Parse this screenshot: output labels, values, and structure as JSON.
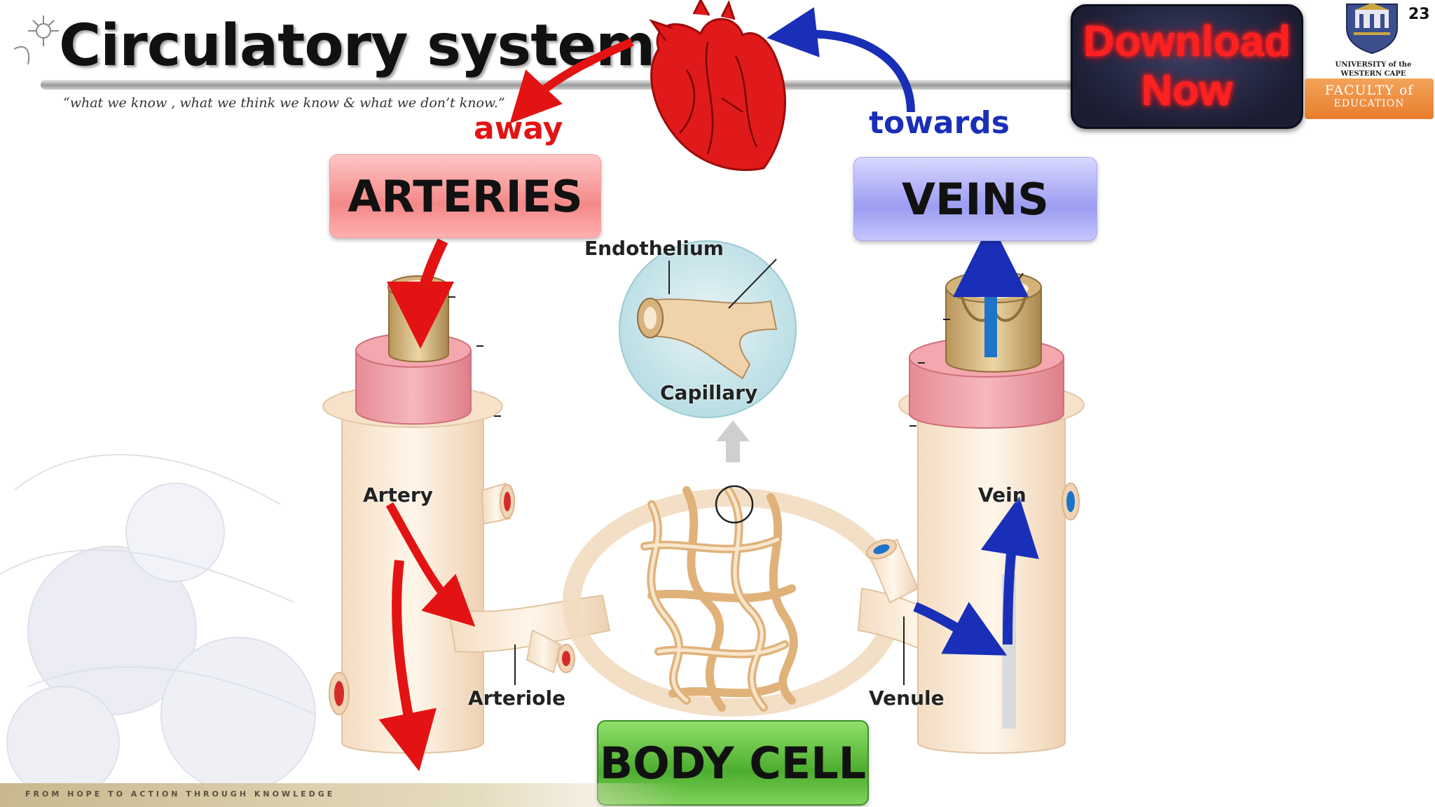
{
  "slide": {
    "title": "Circulatory system",
    "subtitle": "“what we know , what we think we know & what we don’t know.”",
    "number": "23",
    "footer": "FROM HOPE TO ACTION THROUGH KNOWLEDGE"
  },
  "download_button": {
    "line1": "Download",
    "line2": "Now"
  },
  "logo": {
    "university": [
      "UNIVERSITY of the",
      "WESTERN CAPE"
    ],
    "faculty_line1": "FACULTY of",
    "faculty_line2": "EDUCATION"
  },
  "diagram": {
    "boxes": {
      "arteries": "ARTERIES",
      "veins": "VEINS",
      "body_cell": "BODY CELL"
    },
    "flow_labels": {
      "away": "away",
      "towards": "towards"
    },
    "parts": {
      "endothelium": "Endothelium",
      "capillary": "Capillary",
      "artery": "Artery",
      "vein": "Vein",
      "arteriole": "Arteriole",
      "venule": "Venule"
    }
  },
  "colors": {
    "artery_arrow": "#e31313",
    "vein_arrow": "#1a2fb8",
    "heart": "#e01a1a",
    "arteries_box": "#f48888",
    "veins_box": "#9c9cf2",
    "body_cell_box": "#4cad2e",
    "faculty_badge": "#e87d2c"
  }
}
